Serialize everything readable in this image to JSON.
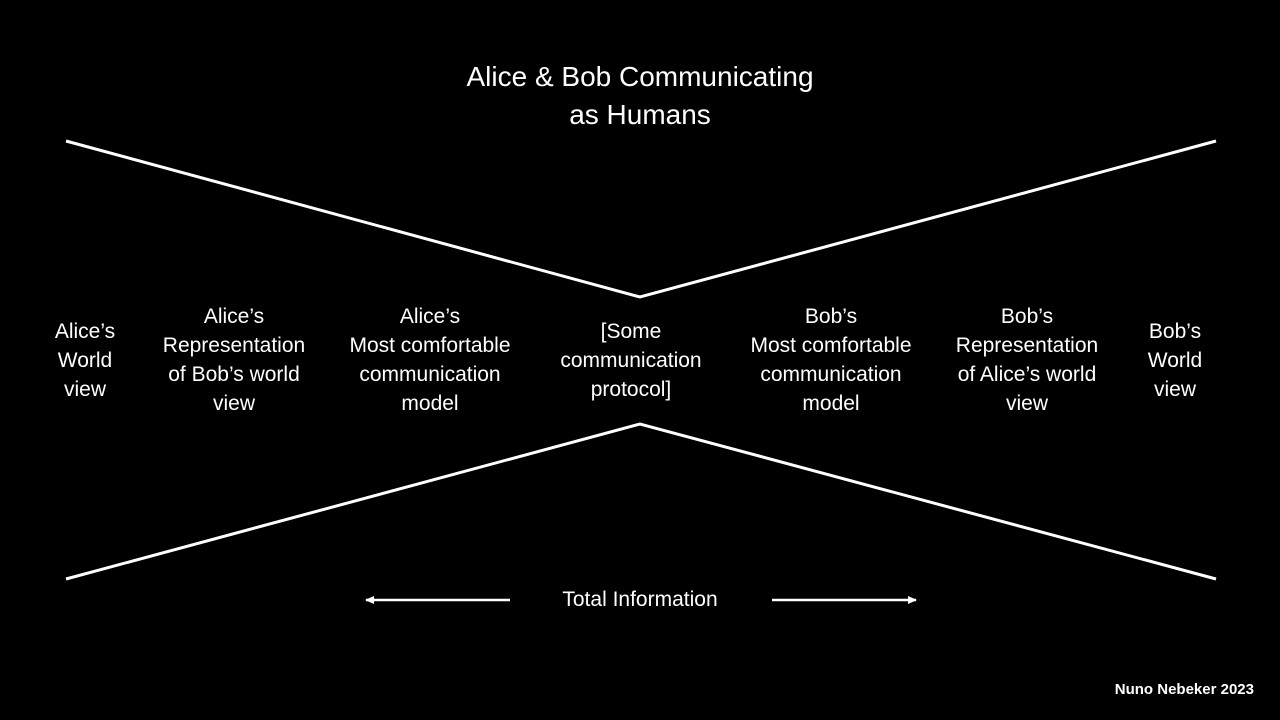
{
  "title": {
    "line1": "Alice & Bob Communicating",
    "line2": "as Humans"
  },
  "columns": [
    {
      "lines": [
        "Alice’s",
        "World",
        "view"
      ]
    },
    {
      "lines": [
        "Alice’s",
        "Representation",
        "of Bob’s world",
        "view"
      ]
    },
    {
      "lines": [
        "Alice’s",
        "Most comfortable",
        "communication",
        "model"
      ]
    },
    {
      "lines": [
        "[Some",
        "communication",
        "protocol]"
      ]
    },
    {
      "lines": [
        "Bob’s",
        "Most comfortable",
        "communication",
        "model"
      ]
    },
    {
      "lines": [
        "Bob’s",
        "Representation",
        "of Alice’s world",
        "view"
      ]
    },
    {
      "lines": [
        "Bob’s",
        "World",
        "view"
      ]
    }
  ],
  "axis": {
    "label": "Total Information"
  },
  "credit": "Nuno Nebeker 2023",
  "colors": {
    "background": "#000000",
    "foreground": "#ffffff"
  }
}
